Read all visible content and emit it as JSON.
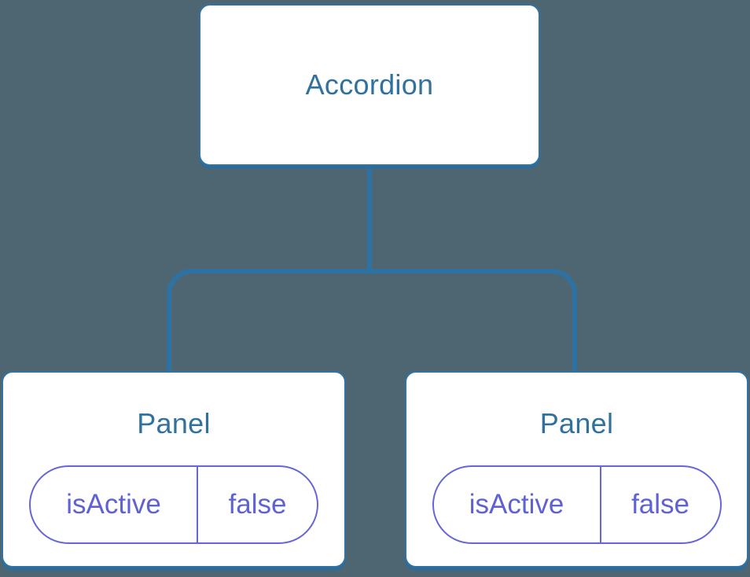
{
  "diagram": {
    "type": "component-tree",
    "root": {
      "label": "Accordion"
    },
    "children": [
      {
        "label": "Panel",
        "props": [
          {
            "name": "isActive",
            "value": "false"
          }
        ]
      },
      {
        "label": "Panel",
        "props": [
          {
            "name": "isActive",
            "value": "false"
          }
        ]
      }
    ],
    "colors": {
      "background": "#4D6671",
      "node_fill": "#FFFFFF",
      "node_border": "#3173A3",
      "node_shadow": "#2B6C9C",
      "node_text": "#31719E",
      "connector": "#2E72A4",
      "prop_accent": "#6363D6"
    }
  }
}
